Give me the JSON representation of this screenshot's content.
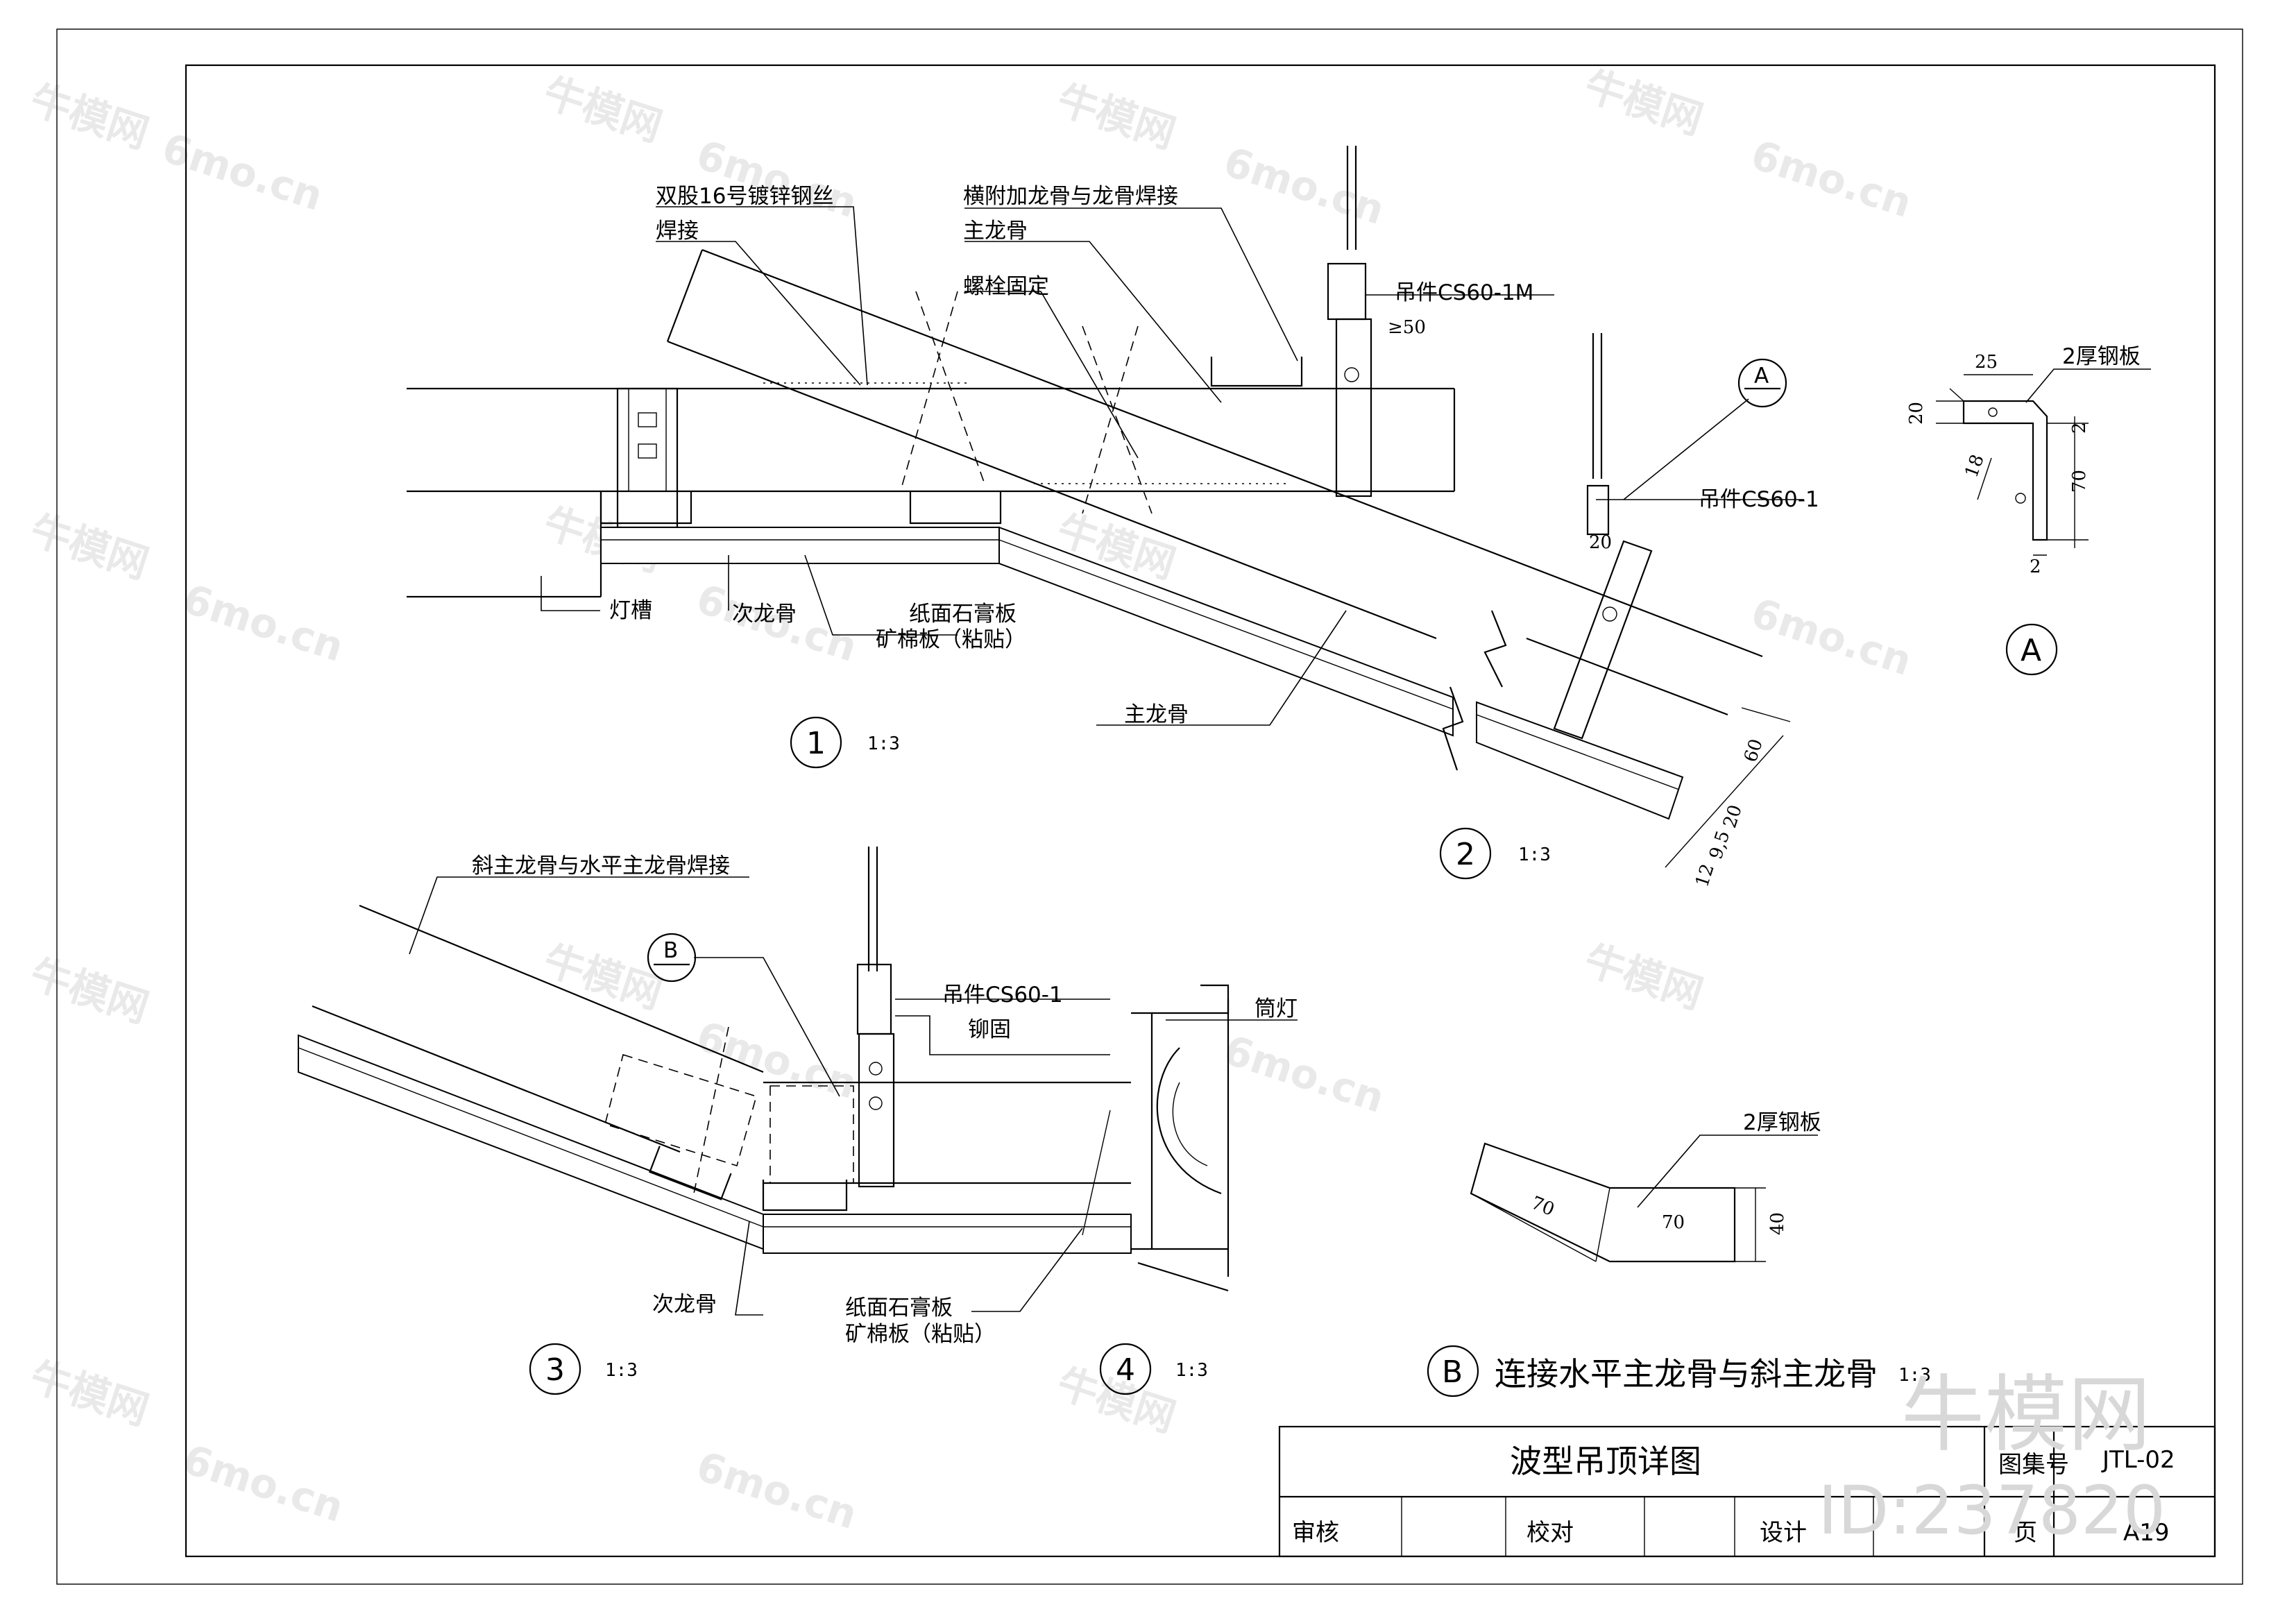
{
  "labels": {
    "wire": "双股16号镀锌钢丝",
    "weld": "焊接",
    "bolt": "螺栓固定",
    "cross_weld": "横附加龙骨与龙骨焊接",
    "main_joist_top": "主龙骨",
    "hanger_1m": "吊件CS60-1M",
    "gte50": "≥50",
    "light_trough": "灯槽",
    "sub_joist_1": "次龙骨",
    "gypsum_1": "纸面石膏板",
    "mineral_1": "矿棉板（粘贴）",
    "main_joist_2": "主龙骨",
    "hanger_1_top": "吊件CS60-1",
    "dim_20_top": "20",
    "dim_60": "60",
    "dim_20_side": "20",
    "dim_9_5": "9,5",
    "dim_12": "12",
    "steel_plate_a": "2厚钢板",
    "dim_a_25": "25",
    "dim_a_20": "20",
    "dim_a_18": "18",
    "dim_a_70": "70",
    "dim_a_2r": "2",
    "dim_a_2b": "2",
    "diag_weld": "斜主龙骨与水平主龙骨焊接",
    "hanger_1_mid": "吊件CS60-1",
    "rivet": "铆固",
    "downlight": "筒灯",
    "sub_joist_3": "次龙骨",
    "gypsum_3": "纸面石膏板",
    "mineral_3": "矿棉板（粘贴）",
    "steel_plate_b": "2厚钢板",
    "dim_b_70a": "70",
    "dim_b_70b": "70",
    "dim_b_40": "40",
    "callout_a_letter": "A",
    "callout_b_letter": "B"
  },
  "details": [
    {
      "id": "1",
      "scale": "1:3"
    },
    {
      "id": "2",
      "scale": "1:3"
    },
    {
      "id": "3",
      "scale": "1:3"
    },
    {
      "id": "4",
      "scale": "1:3"
    },
    {
      "id": "A",
      "scale": ""
    },
    {
      "id": "B",
      "scale": "1:3",
      "caption": "连接水平主龙骨与斜主龙骨"
    }
  ],
  "title_block": {
    "title": "波型吊顶详图",
    "atlas_label": "图集号",
    "atlas_no": "JTL-02",
    "review": "审核",
    "check": "校对",
    "design": "设计",
    "page_label": "页",
    "page_no": "A19"
  },
  "watermark": {
    "brand": "牛模网",
    "site": "6mo.cn",
    "id": "ID:237820"
  }
}
